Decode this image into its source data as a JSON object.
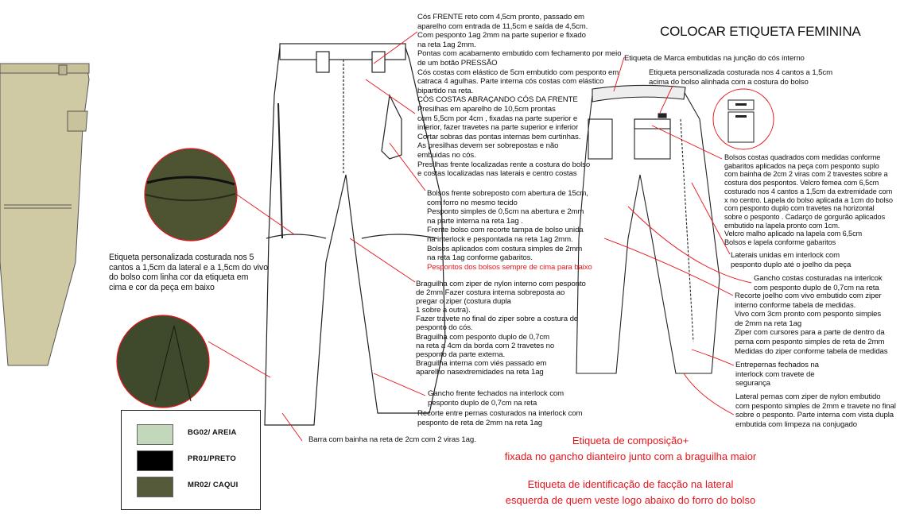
{
  "title": "COLOCAR ETIQUETA FEMININA",
  "notes": {
    "cos_frente": [
      "Cós FRENTE reto com 4,5cm pronto, passado em",
      "aparelho com  entrada de 11,5cm e saída de 4,5cm.",
      " Com pesponto 1ag 2mm na parte superior e fixado",
      " na reta 1ag 2mm.",
      "Pontas com acabamento embutido com fechamento por meio",
      "de um botão PRESSÃO",
      "Cós costas com elástico de 5cm embutido com pesponto em",
      "catraca 4 agulhas. Parte interna cós costas com elástico",
      "bipartido na reta.",
      "CÓS COSTAS ABRAÇANDO CÓS DA FRENTE",
      "Presilhas em aparelho de 10,5cm prontas",
      "com 5,5cm por 4cm , fixadas na parte superior e",
      " inferior, fazer travetes na parte superior e inferior",
      "Cortar sobras das pontas internas bem curtinhas.",
      "As presilhas devem ser sobrepostas e não",
      "embuidas no cós.",
      "Presilhas frente localizadas rente a costura do bolso",
      "e costas localizadas nas laterais e centro costas"
    ],
    "bolsos_frente": [
      "Bolsos frente sobreposto com abertura de 15cm,",
      "com forro no mesmo tecido",
      " Pesponto simples de 0,5cm na abertura e 2mm",
      "na parte interna na reta 1ag .",
      "Frente bolso com recorte tampa de bolso unida",
      "na interlock e pespontada na reta 1ag 2mm.",
      "Bolsos aplicados com costura simples de 2mm",
      "na reta 1ag conforme gabaritos."
    ],
    "bolsos_frente_red": "Pespontos dos bolsos sempre de cima para baixo",
    "braguilha": [
      "Braguilha com ziper de nylon interno com pesponto",
      " de 2mm.Fazer costura interna sobreposta ao",
      " pregar o ziper (costura dupla",
      "1 sobre a outra).",
      "Fazer travete no final do ziper sobre a costura de",
      "pesponto do cós.",
      " Braguilha com pesponto duplo  de 0,7cm",
      "na reta  a 4cm da borda  com 2 travetes no",
      " pesponto da parte externa.",
      "Braguilha interna com viés passado em",
      "aparelho nasextremidades na reta 1ag"
    ],
    "gancho_frente": [
      "Gancho frente fechados na interlock com",
      "pesponto duplo de 0,7cm na reta"
    ],
    "recorte_pernas": [
      "Recorte entre pernas costurados na interlock com",
      "pesponto de reta de 2mm na reta 1ag"
    ],
    "barra": "Barra com bainha na reta de 2cm com 2 viras 1ag.",
    "etiqueta_marca": "Etiqueta de Marca embutidas na junção do cós interno",
    "etiqueta_4cantos": [
      "Etiqueta personalizada costurada nos 4 cantos a 1,5cm",
      "acima do bolso alinhada com a costura do bolso"
    ],
    "bolsos_costas": [
      "Bolsos costas quadrados com medidas conforme",
      "gabaritos aplicados na peça com pesponto suplo",
      "com bainha de 2cm 2 viras com 2 travestes sobre a",
      "costura dos pespontos. Velcro femea com 6,5cm",
      "costurado nos 4 cantos a 1,5cm da extremidade com",
      "x no centro. Lapela do bolso aplicada a 1cm do bolso",
      "com pesponto duplo com travetes na horizontal",
      "sobre o pesponto . Cadarço de gorgurão aplicados",
      "embutido na lapela pronto com 1cm.",
      "Velcro malho aplicado na lapela com 6,5cm",
      "Bolsos e lapela conforme gabaritos"
    ],
    "laterais": [
      "Laterais unidas em interlock com",
      "pesponto duplo até o joelho da peça"
    ],
    "gancho_costas": [
      "Gancho costas costuradas na interlcok",
      "com pesponto duplo de 0,7cm na reta"
    ],
    "recorte_joelho": [
      "Recorte joelho com vivo embutido com ziper",
      "interno conforme tabela de medidas.",
      "Vivo com 3cm pronto com pesponto simples",
      "de 2mm na reta 1ag",
      "Ziper com cursores para a parte de dentro da",
      "perna com pesponto simples de reta de 2mm",
      "Medidas do ziper conforme tabela de medidas"
    ],
    "entrepernas": [
      "Entrepernas fechados na",
      "interlock com travete de",
      "segurança"
    ],
    "lateral_pernas": [
      "Lateral pernas com ziper de nylon embutido",
      "com pesponto simples de 2mm e travete no final",
      "sobre o pesponto. Parte interna com vista dupla",
      "embutida com limpeza na conjugado"
    ],
    "etiqueta_5cantos": [
      "Etiqueta personalizada costurada nos 5",
      "cantos a 1,5cm da lateral e a 1,5cm do vivo",
      "do bolso com linha cor da etiqueta em",
      "cima e cor da peça em baixo"
    ],
    "composicao": [
      "Etiqueta de composição+",
      "fixada no gancho dianteiro junto com a braguilha maior"
    ],
    "identificacao": [
      "Etiqueta de identificação de facção na lateral",
      "esquerda de quem veste logo abaixo do forro do bolso"
    ]
  },
  "colors": [
    {
      "code": "BG02/ AREIA",
      "hex": "#c3d7bb"
    },
    {
      "code": "PR01/PRETO",
      "hex": "#000000"
    },
    {
      "code": "MR02/ CAQUI",
      "hex": "#545a3a"
    }
  ],
  "accent": "#e8141b"
}
